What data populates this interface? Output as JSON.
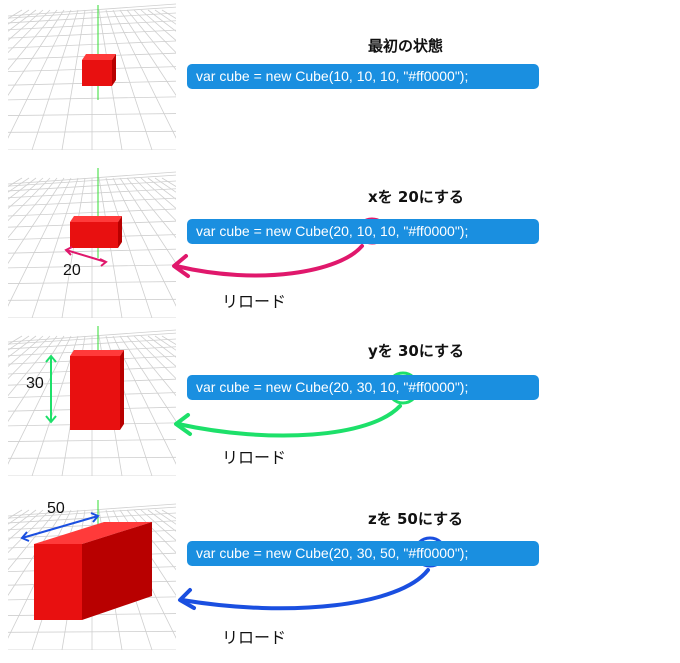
{
  "panels": [
    {
      "heading": "最初の状態",
      "code": "var cube = new Cube(10, 10, 10, \"#ff0000\");",
      "reload": "",
      "dimension": "",
      "accent": ""
    },
    {
      "heading": "xを 20にする",
      "code": "var cube = new Cube(20, 10, 10, \"#ff0000\");",
      "reload": "リロード",
      "dimension": "20",
      "accent": "#e0186c"
    },
    {
      "heading": "yを 30にする",
      "code": "var cube = new Cube(20, 30, 10, \"#ff0000\");",
      "reload": "リロード",
      "dimension": "30",
      "accent": "#1de06a"
    },
    {
      "heading": "zを 50にする",
      "code": "var cube = new Cube(20, 30, 50, \"#ff0000\");",
      "reload": "リロード",
      "dimension": "50",
      "accent": "#1a4fe0"
    }
  ],
  "colors": {
    "code_bg": "#1a8fe0",
    "cube_front": "#ee1111",
    "cube_top": "#ff3030",
    "cube_side": "#c00000",
    "axis": "#33dd33",
    "grid": "#c8c8c8"
  }
}
